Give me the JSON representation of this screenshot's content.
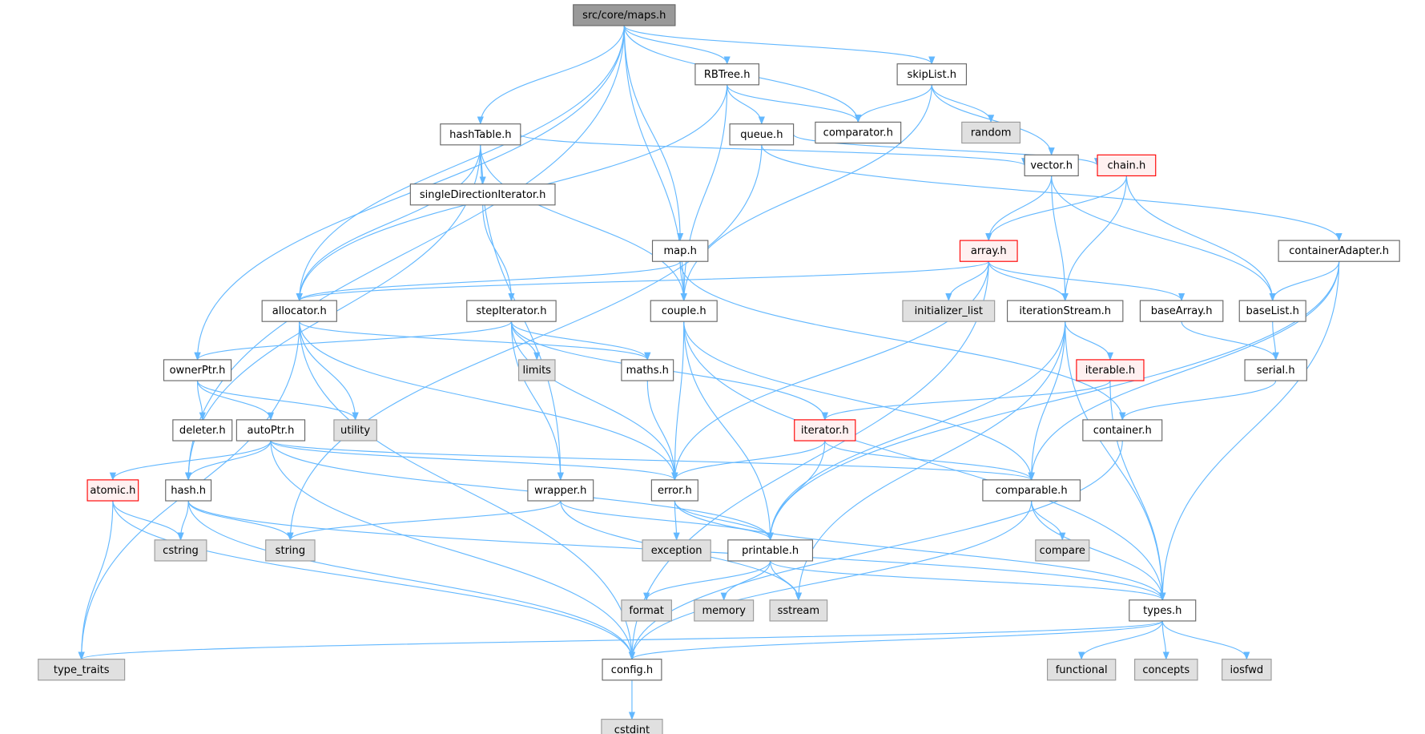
{
  "title": "src/core/maps.h",
  "colors": {
    "edge": "#63b8ff",
    "root_fill": "#999999",
    "root_stroke": "#666666",
    "normal_fill": "#ffffff",
    "normal_stroke": "#666666",
    "system_fill": "#e0e0e0",
    "system_stroke": "#999999",
    "red_fill": "#fff0f0",
    "red_stroke": "#ff0000"
  },
  "nodes": [
    {
      "id": "maps",
      "label": "src/core/maps.h",
      "kind": "root"
    },
    {
      "id": "RBTree",
      "label": "RBTree.h",
      "kind": "normal"
    },
    {
      "id": "skipList",
      "label": "skipList.h",
      "kind": "normal"
    },
    {
      "id": "hashTable",
      "label": "hashTable.h",
      "kind": "normal"
    },
    {
      "id": "queue",
      "label": "queue.h",
      "kind": "normal"
    },
    {
      "id": "comparator",
      "label": "comparator.h",
      "kind": "normal"
    },
    {
      "id": "random",
      "label": "random",
      "kind": "system"
    },
    {
      "id": "singleDirectionIterator",
      "label": "singleDirectionIterator.h",
      "kind": "normal"
    },
    {
      "id": "vector",
      "label": "vector.h",
      "kind": "normal"
    },
    {
      "id": "chain",
      "label": "chain.h",
      "kind": "red"
    },
    {
      "id": "containerAdapter",
      "label": "containerAdapter.h",
      "kind": "normal"
    },
    {
      "id": "map",
      "label": "map.h",
      "kind": "normal"
    },
    {
      "id": "array",
      "label": "array.h",
      "kind": "red"
    },
    {
      "id": "allocator",
      "label": "allocator.h",
      "kind": "normal"
    },
    {
      "id": "stepIterator",
      "label": "stepIterator.h",
      "kind": "normal"
    },
    {
      "id": "couple",
      "label": "couple.h",
      "kind": "normal"
    },
    {
      "id": "initializer_list",
      "label": "initializer_list",
      "kind": "system"
    },
    {
      "id": "iterationStream",
      "label": "iterationStream.h",
      "kind": "normal"
    },
    {
      "id": "baseArray",
      "label": "baseArray.h",
      "kind": "normal"
    },
    {
      "id": "baseList",
      "label": "baseList.h",
      "kind": "normal"
    },
    {
      "id": "ownerPtr",
      "label": "ownerPtr.h",
      "kind": "normal"
    },
    {
      "id": "limits",
      "label": "limits",
      "kind": "system"
    },
    {
      "id": "maths",
      "label": "maths.h",
      "kind": "normal"
    },
    {
      "id": "iterable",
      "label": "iterable.h",
      "kind": "red"
    },
    {
      "id": "serial",
      "label": "serial.h",
      "kind": "normal"
    },
    {
      "id": "deleter",
      "label": "deleter.h",
      "kind": "normal"
    },
    {
      "id": "utility",
      "label": "utility",
      "kind": "system"
    },
    {
      "id": "autoPtr",
      "label": "autoPtr.h",
      "kind": "normal"
    },
    {
      "id": "iterator",
      "label": "iterator.h",
      "kind": "red"
    },
    {
      "id": "container",
      "label": "container.h",
      "kind": "normal"
    },
    {
      "id": "atomic",
      "label": "atomic.h",
      "kind": "red"
    },
    {
      "id": "hash",
      "label": "hash.h",
      "kind": "normal"
    },
    {
      "id": "wrapper",
      "label": "wrapper.h",
      "kind": "normal"
    },
    {
      "id": "error",
      "label": "error.h",
      "kind": "normal"
    },
    {
      "id": "comparable",
      "label": "comparable.h",
      "kind": "normal"
    },
    {
      "id": "cstring",
      "label": "cstring",
      "kind": "system"
    },
    {
      "id": "string",
      "label": "string",
      "kind": "system"
    },
    {
      "id": "exception",
      "label": "exception",
      "kind": "system"
    },
    {
      "id": "printable",
      "label": "printable.h",
      "kind": "normal"
    },
    {
      "id": "compare",
      "label": "compare",
      "kind": "system"
    },
    {
      "id": "format",
      "label": "format",
      "kind": "system"
    },
    {
      "id": "memory",
      "label": "memory",
      "kind": "system"
    },
    {
      "id": "sstream",
      "label": "sstream",
      "kind": "system"
    },
    {
      "id": "types",
      "label": "types.h",
      "kind": "normal"
    },
    {
      "id": "type_traits",
      "label": "type_traits",
      "kind": "system"
    },
    {
      "id": "config",
      "label": "config.h",
      "kind": "normal"
    },
    {
      "id": "functional",
      "label": "functional",
      "kind": "system"
    },
    {
      "id": "concepts",
      "label": "concepts",
      "kind": "system"
    },
    {
      "id": "iosfwd",
      "label": "iosfwd",
      "kind": "system"
    },
    {
      "id": "cstdint",
      "label": "cstdint",
      "kind": "system"
    }
  ],
  "edges": [
    [
      "maps",
      "RBTree"
    ],
    [
      "maps",
      "skipList"
    ],
    [
      "maps",
      "comparator"
    ],
    [
      "maps",
      "hashTable"
    ],
    [
      "maps",
      "map"
    ],
    [
      "maps",
      "couple"
    ],
    [
      "maps",
      "allocator"
    ],
    [
      "maps",
      "ownerPtr"
    ],
    [
      "maps",
      "hash"
    ],
    [
      "RBTree",
      "comparator"
    ],
    [
      "RBTree",
      "queue"
    ],
    [
      "RBTree",
      "couple"
    ],
    [
      "RBTree",
      "allocator"
    ],
    [
      "skipList",
      "comparator"
    ],
    [
      "skipList",
      "random"
    ],
    [
      "skipList",
      "vector"
    ],
    [
      "skipList",
      "couple"
    ],
    [
      "hashTable",
      "singleDirectionIterator"
    ],
    [
      "hashTable",
      "vector"
    ],
    [
      "hashTable",
      "couple"
    ],
    [
      "hashTable",
      "allocator"
    ],
    [
      "hashTable",
      "hash"
    ],
    [
      "hashTable",
      "wrapper"
    ],
    [
      "queue",
      "chain"
    ],
    [
      "queue",
      "containerAdapter"
    ],
    [
      "queue",
      "string"
    ],
    [
      "singleDirectionIterator",
      "stepIterator"
    ],
    [
      "vector",
      "array"
    ],
    [
      "vector",
      "iterationStream"
    ],
    [
      "vector",
      "baseList"
    ],
    [
      "chain",
      "array"
    ],
    [
      "chain",
      "iterationStream"
    ],
    [
      "chain",
      "baseList"
    ],
    [
      "containerAdapter",
      "baseList"
    ],
    [
      "containerAdapter",
      "comparable"
    ],
    [
      "containerAdapter",
      "printable"
    ],
    [
      "containerAdapter",
      "types"
    ],
    [
      "map",
      "allocator"
    ],
    [
      "map",
      "couple"
    ],
    [
      "map",
      "container"
    ],
    [
      "array",
      "allocator"
    ],
    [
      "array",
      "initializer_list"
    ],
    [
      "array",
      "iterationStream"
    ],
    [
      "array",
      "baseArray"
    ],
    [
      "array",
      "error"
    ],
    [
      "array",
      "config"
    ],
    [
      "allocator",
      "type_traits"
    ],
    [
      "allocator",
      "maths"
    ],
    [
      "allocator",
      "utility"
    ],
    [
      "allocator",
      "error"
    ],
    [
      "allocator",
      "config"
    ],
    [
      "stepIterator",
      "ownerPtr"
    ],
    [
      "stepIterator",
      "maths"
    ],
    [
      "stepIterator",
      "limits"
    ],
    [
      "stepIterator",
      "wrapper"
    ],
    [
      "stepIterator",
      "error"
    ],
    [
      "stepIterator",
      "iterator"
    ],
    [
      "couple",
      "error"
    ],
    [
      "couple",
      "printable"
    ],
    [
      "couple",
      "comparable"
    ],
    [
      "couple",
      "types"
    ],
    [
      "iterationStream",
      "iterable"
    ],
    [
      "iterationStream",
      "comparable"
    ],
    [
      "iterationStream",
      "printable"
    ],
    [
      "iterationStream",
      "sstream"
    ],
    [
      "iterationStream",
      "types"
    ],
    [
      "baseArray",
      "serial"
    ],
    [
      "baseList",
      "serial"
    ],
    [
      "ownerPtr",
      "deleter"
    ],
    [
      "ownerPtr",
      "autoPtr"
    ],
    [
      "ownerPtr",
      "utility"
    ],
    [
      "maths",
      "error"
    ],
    [
      "iterable",
      "iterator"
    ],
    [
      "iterable",
      "types"
    ],
    [
      "serial",
      "container"
    ],
    [
      "autoPtr",
      "atomic"
    ],
    [
      "autoPtr",
      "hash"
    ],
    [
      "autoPtr",
      "error"
    ],
    [
      "autoPtr",
      "comparable"
    ],
    [
      "autoPtr",
      "printable"
    ],
    [
      "autoPtr",
      "config"
    ],
    [
      "iterator",
      "error"
    ],
    [
      "iterator",
      "printable"
    ],
    [
      "iterator",
      "comparable"
    ],
    [
      "container",
      "config"
    ],
    [
      "atomic",
      "cstring"
    ],
    [
      "atomic",
      "type_traits"
    ],
    [
      "atomic",
      "config"
    ],
    [
      "hash",
      "cstring"
    ],
    [
      "hash",
      "string"
    ],
    [
      "hash",
      "config"
    ],
    [
      "hash",
      "types"
    ],
    [
      "wrapper",
      "string"
    ],
    [
      "wrapper",
      "printable"
    ],
    [
      "wrapper",
      "sstream"
    ],
    [
      "error",
      "exception"
    ],
    [
      "error",
      "printable"
    ],
    [
      "error",
      "types"
    ],
    [
      "comparable",
      "compare"
    ],
    [
      "comparable",
      "types"
    ],
    [
      "comparable",
      "config"
    ],
    [
      "printable",
      "format"
    ],
    [
      "printable",
      "memory"
    ],
    [
      "printable",
      "sstream"
    ],
    [
      "printable",
      "types"
    ],
    [
      "types",
      "type_traits"
    ],
    [
      "types",
      "config"
    ],
    [
      "types",
      "functional"
    ],
    [
      "types",
      "concepts"
    ],
    [
      "types",
      "iosfwd"
    ],
    [
      "config",
      "cstdint"
    ]
  ]
}
